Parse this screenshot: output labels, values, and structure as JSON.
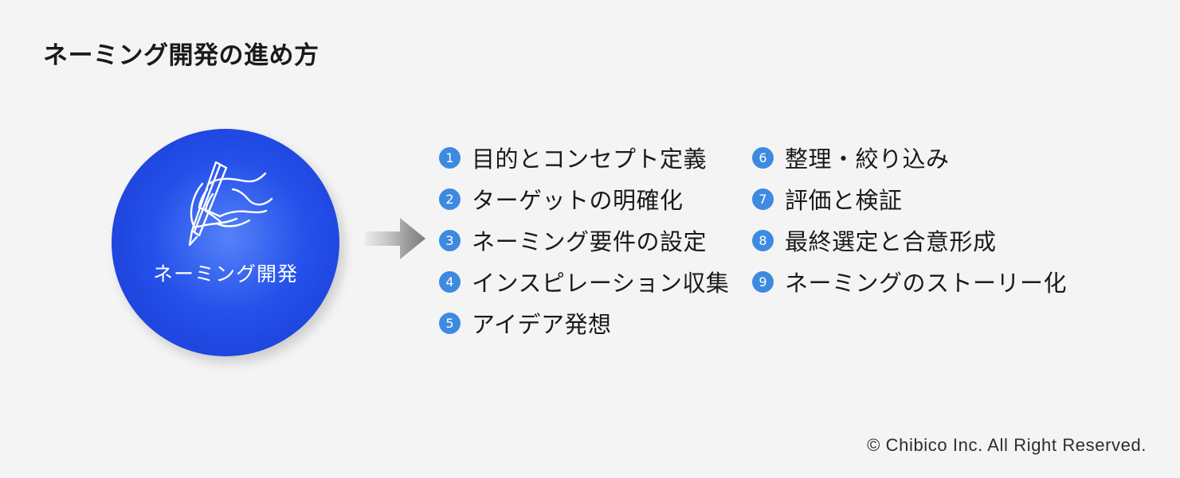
{
  "page": {
    "title": "ネーミング開発の進め方",
    "background_color": "#f4f4f4",
    "text_color": "#1a1a1a"
  },
  "hero": {
    "icon_name": "hand-writing-pen-icon",
    "label": "ネーミング開発",
    "circle_color_center": "#3f6ef2",
    "circle_color_edge": "#1a3ed4",
    "label_color": "#ffffff"
  },
  "connector": {
    "icon_name": "right-arrow-icon",
    "color_start": "#e2e2e2",
    "color_end": "#7a7a7a"
  },
  "steps": {
    "badge_color": "#3d8ae0",
    "column_1": [
      {
        "number": "1",
        "label": "目的とコンセプト定義"
      },
      {
        "number": "2",
        "label": "ターゲットの明確化"
      },
      {
        "number": "3",
        "label": "ネーミング要件の設定"
      },
      {
        "number": "4",
        "label": "インスピレーション収集"
      },
      {
        "number": "5",
        "label": "アイデア発想"
      }
    ],
    "column_2": [
      {
        "number": "6",
        "label": "整理・絞り込み"
      },
      {
        "number": "7",
        "label": "評価と検証"
      },
      {
        "number": "8",
        "label": "最終選定と合意形成"
      },
      {
        "number": "9",
        "label": "ネーミングのストーリー化"
      }
    ]
  },
  "footer": {
    "copyright": "© Chibico Inc. All Right Reserved."
  }
}
